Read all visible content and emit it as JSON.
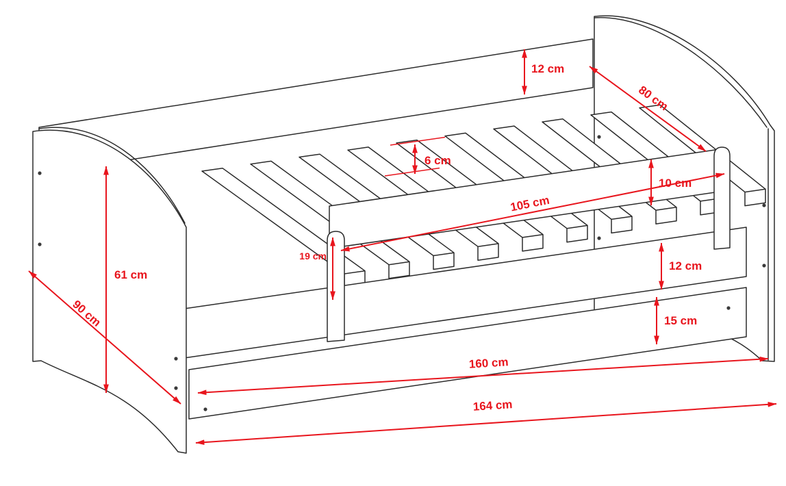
{
  "colors": {
    "dimension": "#e8151d",
    "line": "#2b2b2b",
    "background": "#ffffff"
  },
  "dimensions": {
    "back_rail_height": "12 cm",
    "bed_width": "80 cm",
    "slat_height": "6 cm",
    "guard_rail_height": "10 cm",
    "guard_rail_length": "105 cm",
    "guard_post_height": "19 cm",
    "side_rail_height": "12 cm",
    "drawer_height": "15 cm",
    "footboard_height": "61 cm",
    "bed_depth": "90 cm",
    "inner_length": "160 cm",
    "outer_length": "164 cm"
  }
}
